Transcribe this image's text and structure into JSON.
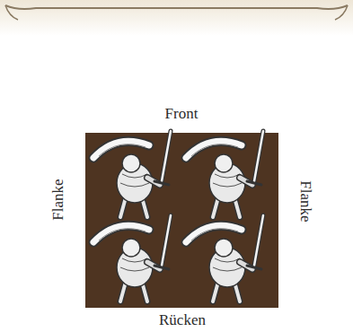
{
  "diagram": {
    "labels": [
      "Front",
      "Flanke",
      "Flanke",
      "Rücken"
    ]
  }
}
